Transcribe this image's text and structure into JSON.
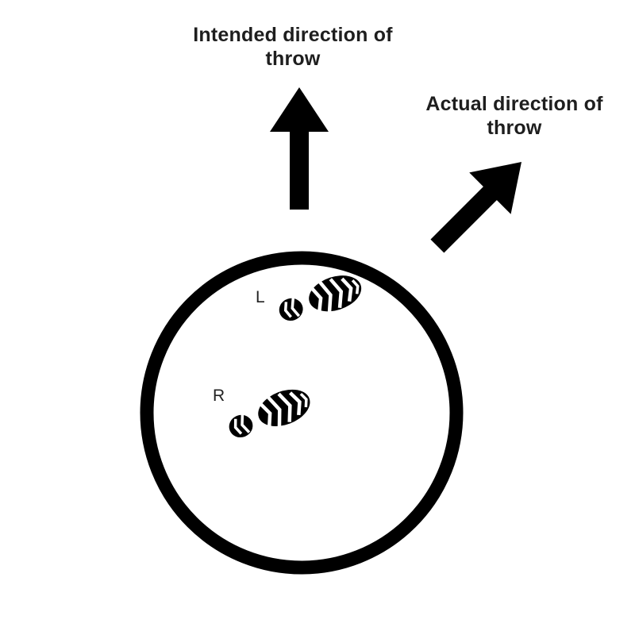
{
  "title": "Throwing circle foot placement diagram",
  "annotations": {
    "intended": {
      "line1": "Intended direction of",
      "line2": "throw"
    },
    "actual": {
      "line1": "Actual direction of",
      "line2": "throw"
    }
  },
  "footprints": {
    "left_label": "L",
    "right_label": "R"
  },
  "icons": {
    "intended_arrow": "up-arrow",
    "actual_arrow": "up-right-diagonal-arrow",
    "left_footprint": "boot-print",
    "right_footprint": "boot-print"
  },
  "colors": {
    "ink": "#000000",
    "text": "#1e1e1e",
    "background": "#ffffff"
  }
}
